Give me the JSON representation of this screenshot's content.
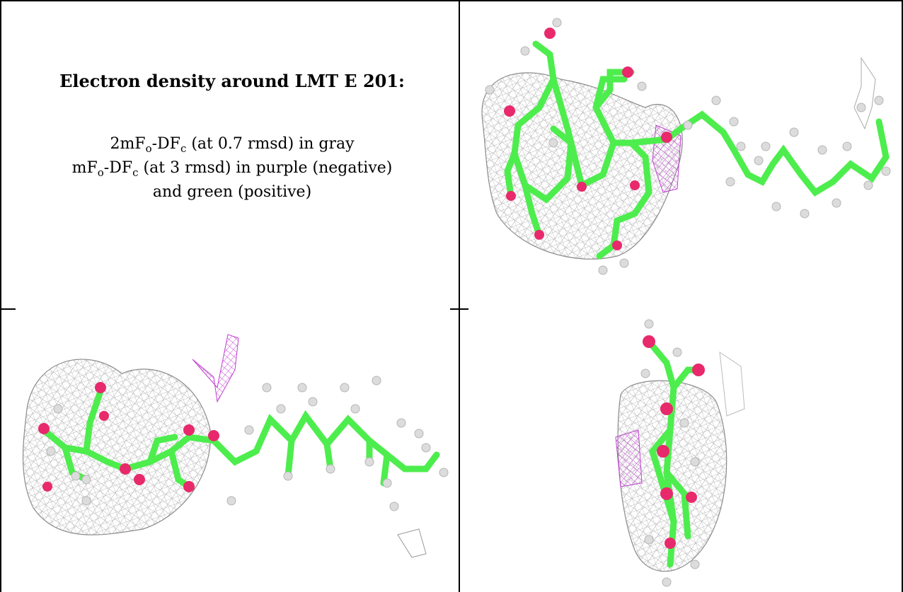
{
  "caption": {
    "title": "Electron density around LMT E 201:",
    "line1_prefix": "2mF",
    "line1_sub1": "o",
    "line1_mid": "-DF",
    "line1_sub2": "c",
    "line1_suffix": " (at 0.7 rmsd) in gray",
    "line2_prefix": "mF",
    "line2_sub1": "o",
    "line2_mid": "-DF",
    "line2_sub2": "c",
    "line2_suffix": " (at 3 rmsd) in purple (negative)",
    "line3": "and green (positive)"
  },
  "colors": {
    "carbon": "#4ded4d",
    "oxygen": "#e8296c",
    "hydrogen": "#dcdcdc",
    "mesh_gray": "#9a9a9a",
    "mesh_purple": "#c040d0",
    "border": "#000000"
  }
}
